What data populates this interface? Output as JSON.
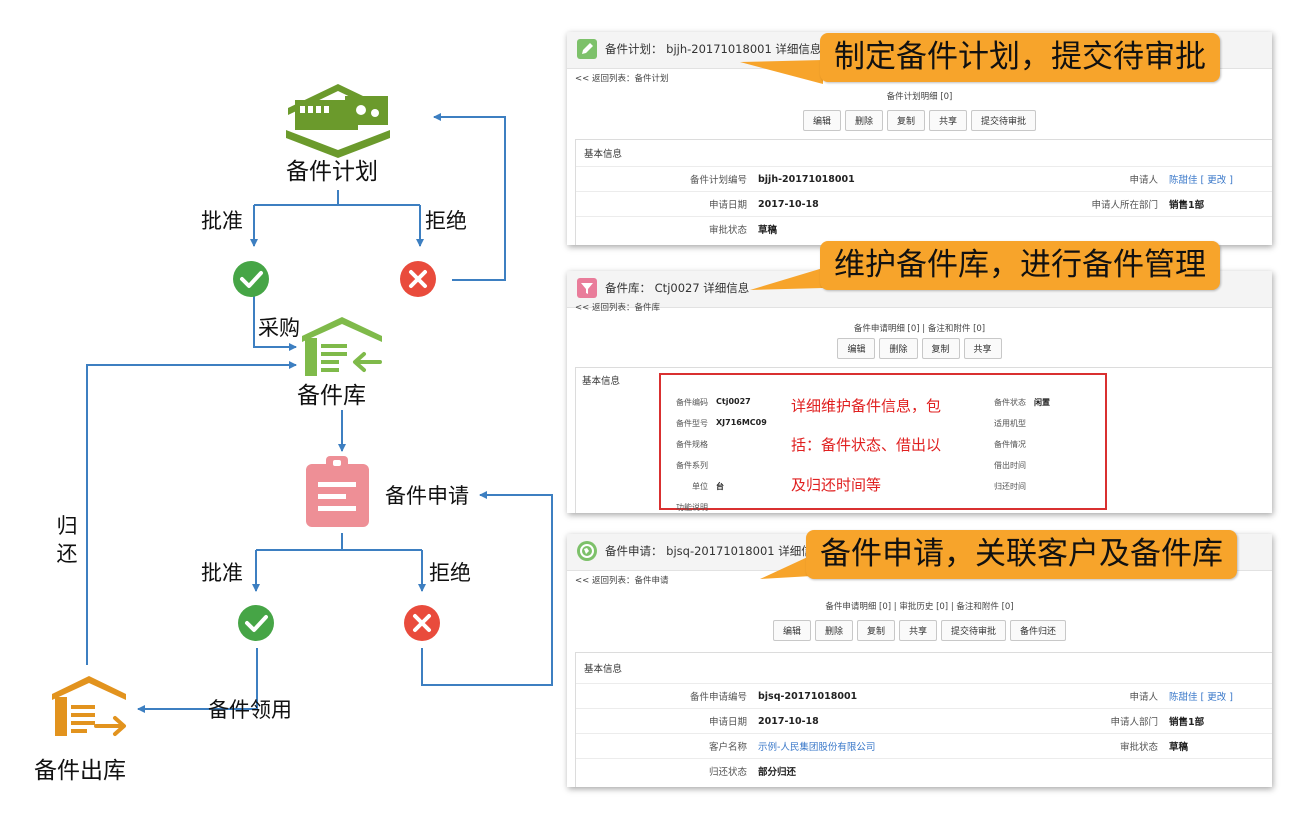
{
  "flow": {
    "plan_label": "备件计划",
    "approve_label_1": "批准",
    "reject_label_1": "拒绝",
    "purchase_label": "采购",
    "warehouse_label": "备件库",
    "request_label": "备件申请",
    "approve_label_2": "批准",
    "reject_label_2": "拒绝",
    "receive_label": "备件领用",
    "outbound_label": "备件出库",
    "return_label": "归还",
    "colors": {
      "arrow": "#3d7fc1",
      "plan_icon": "#6b9a2c",
      "approve": "#46a546",
      "reject": "#e94b3c",
      "warehouse_icon": "#7fba4a",
      "request_icon": "#ee8f96",
      "outbound_icon": "#e2931e"
    }
  },
  "panels": [
    {
      "icon": "pencil-icon",
      "icon_color": "#7dc16a",
      "title": "备件计划： bjjh-20171018001  详细信息",
      "back": "<< 返回列表：备件计划",
      "links": "备件计划明细 [0]",
      "buttons": [
        "编辑",
        "删除",
        "复制",
        "共享",
        "提交待审批"
      ],
      "section_title": "基本信息",
      "rows": [
        {
          "label": "备件计划编号",
          "value": "bjjh-20171018001",
          "label2": "申请人",
          "value2": "陈甜佳 [ 更改 ]"
        },
        {
          "label": "申请日期",
          "value": "2017-10-18",
          "label2": "申请人所在部门",
          "value2": "销售1部"
        },
        {
          "label": "审批状态",
          "value": "草稿",
          "label2": "",
          "value2": ""
        }
      ],
      "callout": "制定备件计划，提交待审批"
    },
    {
      "icon": "filter-icon",
      "icon_color": "#e97c9a",
      "title": "备件库： Ctj0027  详细信息",
      "back": "<< 返回列表：备件库",
      "links": "备件申请明细 [0]  |  备注和附件 [0]",
      "buttons": [
        "编辑",
        "删除",
        "复制",
        "共享"
      ],
      "section_title": "基本信息",
      "fields": [
        {
          "label": "备件编码",
          "value": "Ctj0027",
          "label2": "备件状态",
          "value2": "闲置"
        },
        {
          "label": "备件型号",
          "value": "XJ716MC09",
          "label2": "适用机型",
          "value2": ""
        },
        {
          "label": "备件规格",
          "value": "",
          "label2": "备件情况",
          "value2": ""
        },
        {
          "label": "备件系列",
          "value": "",
          "label2": "借出时间",
          "value2": ""
        },
        {
          "label": "单位",
          "value": "台",
          "label2": "归还时间",
          "value2": ""
        },
        {
          "label": "功能说明",
          "value": "",
          "label2": "",
          "value2": ""
        }
      ],
      "note_lines": [
        "详细维护备件信息，包",
        "括：备件状态、借出以",
        "及归还时间等"
      ],
      "callout": "维护备件库，进行备件管理"
    },
    {
      "icon": "globe-icon",
      "icon_color": "#7dc16a",
      "title": "备件申请： bjsq-20171018001  详细信",
      "back": "<< 返回列表：备件申请",
      "links": "备件申请明细 [0]  |  审批历史 [0]  |  备注和附件 [0]",
      "buttons": [
        "编辑",
        "删除",
        "复制",
        "共享",
        "提交待审批",
        "备件归还"
      ],
      "section_title": "基本信息",
      "rows": [
        {
          "label": "备件申请编号",
          "value": "bjsq-20171018001",
          "label2": "申请人",
          "value2": "陈甜佳 [ 更改 ]"
        },
        {
          "label": "申请日期",
          "value": "2017-10-18",
          "label2": "申请人部门",
          "value2": "销售1部"
        },
        {
          "label": "客户名称",
          "value": "示例-人民集团股份有限公司",
          "label2": "审批状态",
          "value2": "草稿"
        },
        {
          "label": "归还状态",
          "value": "部分归还",
          "label2": "",
          "value2": ""
        }
      ],
      "callout": "备件申请，关联客户及备件库"
    }
  ]
}
